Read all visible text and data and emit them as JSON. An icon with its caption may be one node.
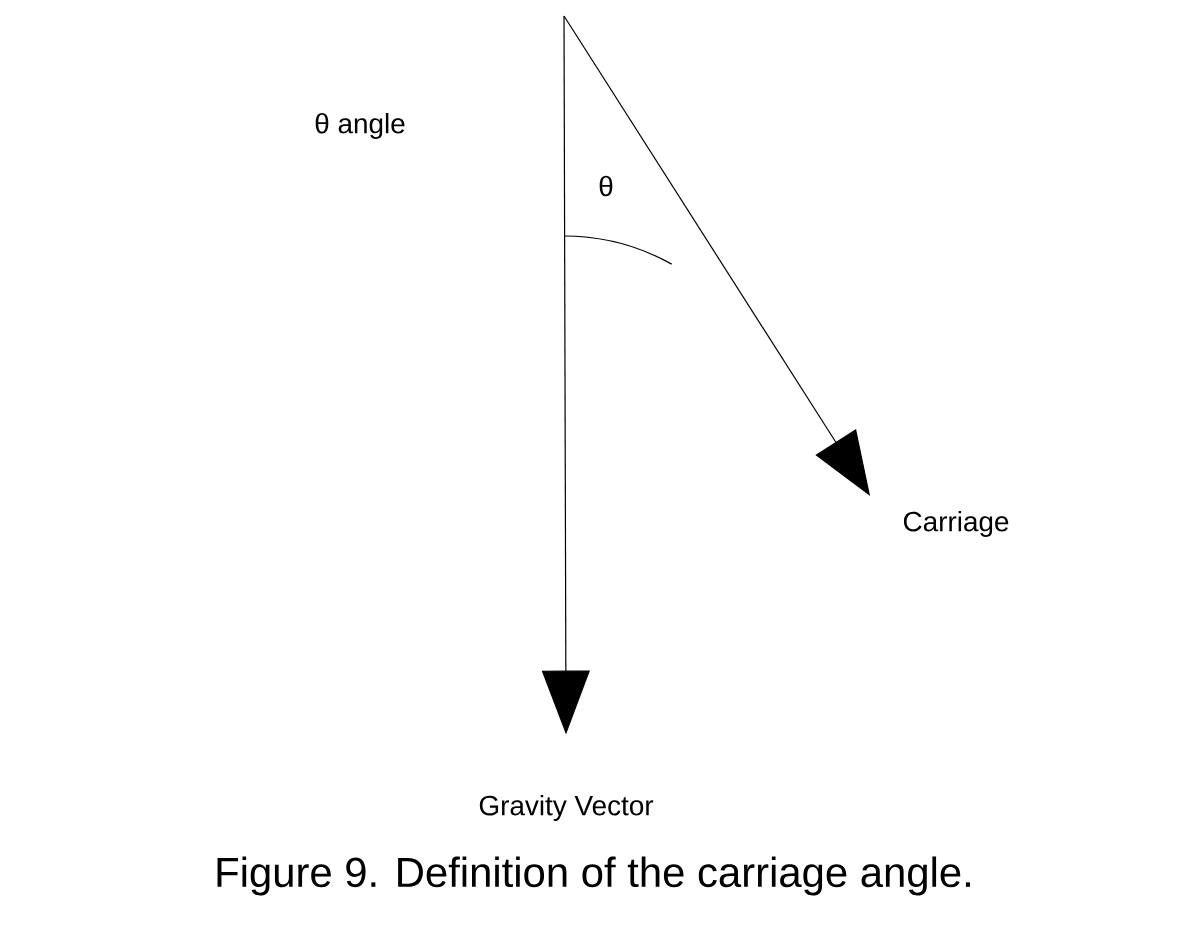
{
  "diagram": {
    "caption": "Figure 9.  Definition of the carriage angle.",
    "nodes": [
      {
        "text": [
          "Carriage"
        ]
      },
      {
        "text": [
          "Gravity Vector"
        ]
      }
    ],
    "edges": [
      {
        "from": null,
        "to": 0,
        "arrow": "to"
      },
      {
        "from": null,
        "to": 1,
        "arrow": "to"
      }
    ],
    "labels": [
      "θ angle",
      "θ"
    ]
  }
}
